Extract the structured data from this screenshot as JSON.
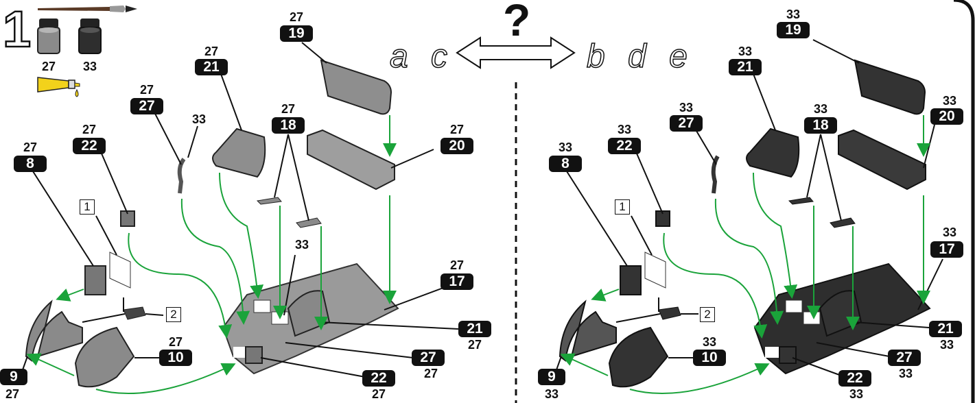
{
  "step_number": "1",
  "paints": {
    "gray": "27",
    "black": "33"
  },
  "question_mark": "?",
  "variant_left": "a c",
  "variant_right": "b d e",
  "left_panel": {
    "p19": {
      "part": "19",
      "color": "27"
    },
    "p21": {
      "part": "21",
      "color": "27"
    },
    "p27": {
      "part": "27",
      "color": "27"
    },
    "p27_tip": "33",
    "p18": {
      "part": "18",
      "color": "27"
    },
    "p20": {
      "part": "20",
      "color": "27"
    },
    "p22": {
      "part": "22",
      "color": "27"
    },
    "p8": {
      "part": "8",
      "color": "27"
    },
    "p17": {
      "part": "17",
      "color": "27"
    },
    "p10": {
      "part": "10",
      "color": "27"
    },
    "p9": {
      "part": "9",
      "color": "27"
    },
    "p21b": {
      "part": "21",
      "color": "27"
    },
    "p27b": {
      "part": "27",
      "color": "27"
    },
    "p22b": {
      "part": "22",
      "color": "27"
    },
    "center_33": "33",
    "box1": "1",
    "box2": "2"
  },
  "right_panel": {
    "p19": {
      "part": "19",
      "color": "33"
    },
    "p21": {
      "part": "21",
      "color": "33"
    },
    "p27": {
      "part": "27",
      "color": "33"
    },
    "p18": {
      "part": "18",
      "color": "33"
    },
    "p20": {
      "part": "20",
      "color": "33"
    },
    "p22": {
      "part": "22",
      "color": "33"
    },
    "p8": {
      "part": "8",
      "color": "33"
    },
    "p17": {
      "part": "17",
      "color": "33"
    },
    "p10": {
      "part": "10",
      "color": "33"
    },
    "p9": {
      "part": "9",
      "color": "33"
    },
    "p21b": {
      "part": "21",
      "color": "33"
    },
    "p27b": {
      "part": "27",
      "color": "33"
    },
    "p22b": {
      "part": "22",
      "color": "33"
    },
    "box1": "1",
    "box2": "2"
  },
  "colors": {
    "gray_part": "#8a8a8a",
    "dark_part": "#2e2e2e",
    "arrow_green": "#1aa33a",
    "glue_yellow": "#f2d21b",
    "badge": "#111111"
  }
}
